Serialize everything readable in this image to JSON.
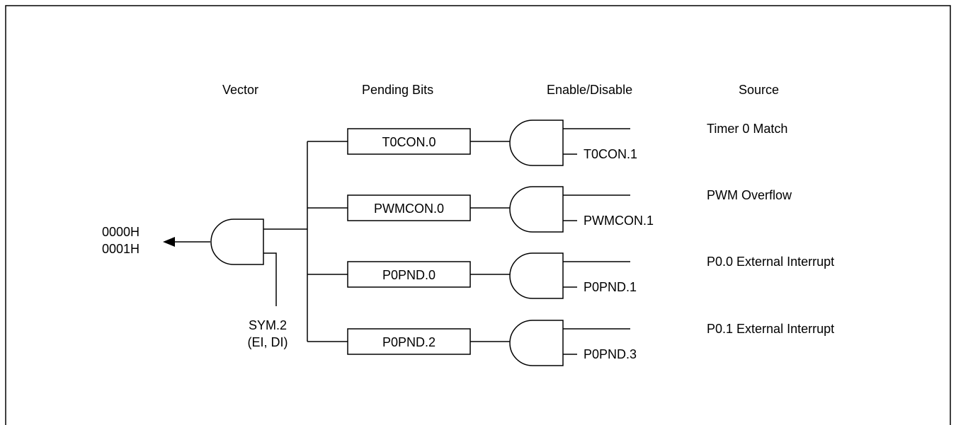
{
  "headers": {
    "vector": "Vector",
    "pending": "Pending Bits",
    "enable": "Enable/Disable",
    "source": "Source"
  },
  "vector": {
    "addr1": "0000H",
    "addr2": "0001H",
    "sym_line1": "SYM.2",
    "sym_line2": "(EI, DI)"
  },
  "rows": [
    {
      "pending": "T0CON.0",
      "enable": "T0CON.1",
      "source": "Timer 0 Match"
    },
    {
      "pending": "PWMCON.0",
      "enable": "PWMCON.1",
      "source": "PWM Overflow"
    },
    {
      "pending": "P0PND.0",
      "enable": "P0PND.1",
      "source": "P0.0 External Interrupt"
    },
    {
      "pending": "P0PND.2",
      "enable": "P0PND.3",
      "source": "P0.1 External Interrupt"
    }
  ]
}
